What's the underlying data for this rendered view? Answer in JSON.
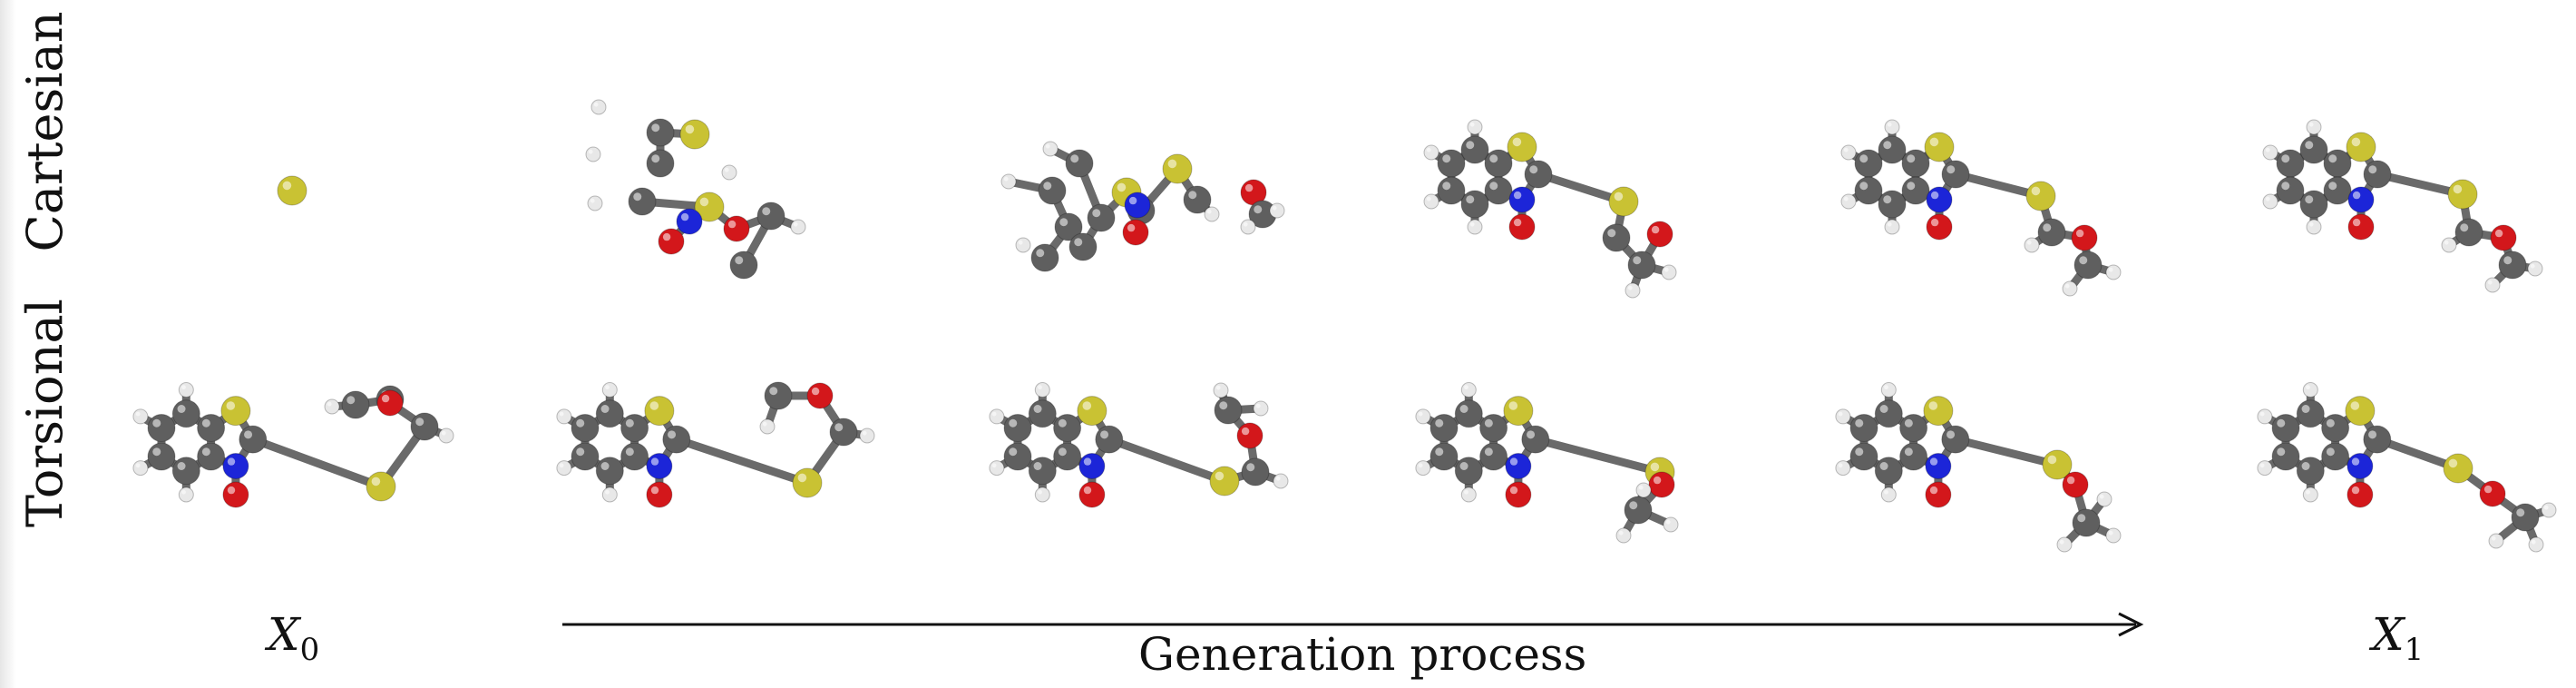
{
  "row_labels": {
    "top": "Cartesian",
    "bottom": "Torsional"
  },
  "axis": {
    "start_symbol": "X",
    "start_sub": "0",
    "end_symbol": "X",
    "end_sub": "1",
    "arrow_label": "Generation process"
  },
  "colors": {
    "carbon": "#5f5f5f",
    "hydrogen": "#e8e8e8",
    "sulfur": "#c9c233",
    "nitrogen": "#1c25d8",
    "oxygen": "#d3171b",
    "bond": "#6a6a6a"
  }
}
